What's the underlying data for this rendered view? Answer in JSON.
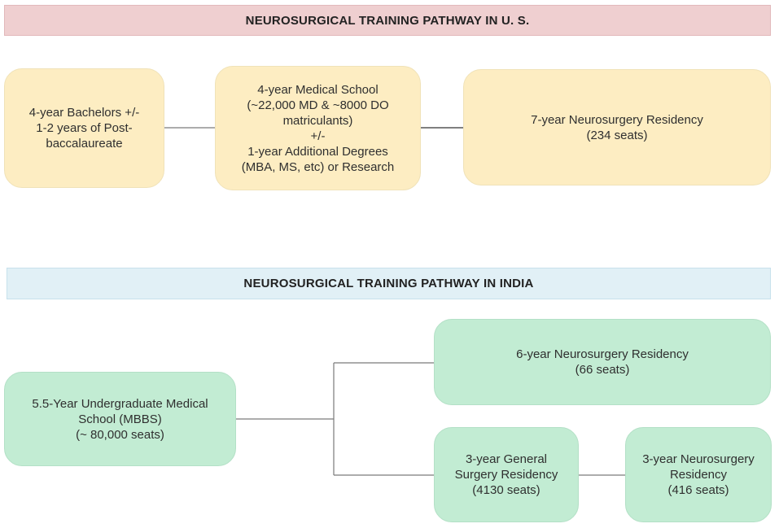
{
  "us": {
    "title": "NEUROSURGICAL TRAINING PATHWAY IN U. S.",
    "bachelors": "4-year Bachelors +/-\n1-2 years of Post-\nbaccalaureate",
    "medschool": "4-year Medical School\n(~22,000 MD & ~8000 DO\nmatriculants)\n+/-\n1-year Additional Degrees\n(MBA, MS, etc) or Research",
    "residency": "7-year Neurosurgery Residency\n(234 seats)"
  },
  "india": {
    "title": "NEUROSURGICAL TRAINING PATHWAY IN INDIA",
    "mbbs": "5.5-Year Undergraduate Medical\nSchool (MBBS)\n(~ 80,000 seats)",
    "neuro6": "6-year Neurosurgery Residency\n(66 seats)",
    "gensurg": "3-year General\nSurgery Residency\n(4130 seats)",
    "neuro3": "3-year Neurosurgery\nResidency\n(416 seats)"
  },
  "colors": {
    "us_banner": "#efcfd0",
    "india_banner": "#e1f0f6",
    "us_box": "#fdedc2",
    "india_box": "#c2ecd3",
    "connector": "#6b6b6b"
  }
}
